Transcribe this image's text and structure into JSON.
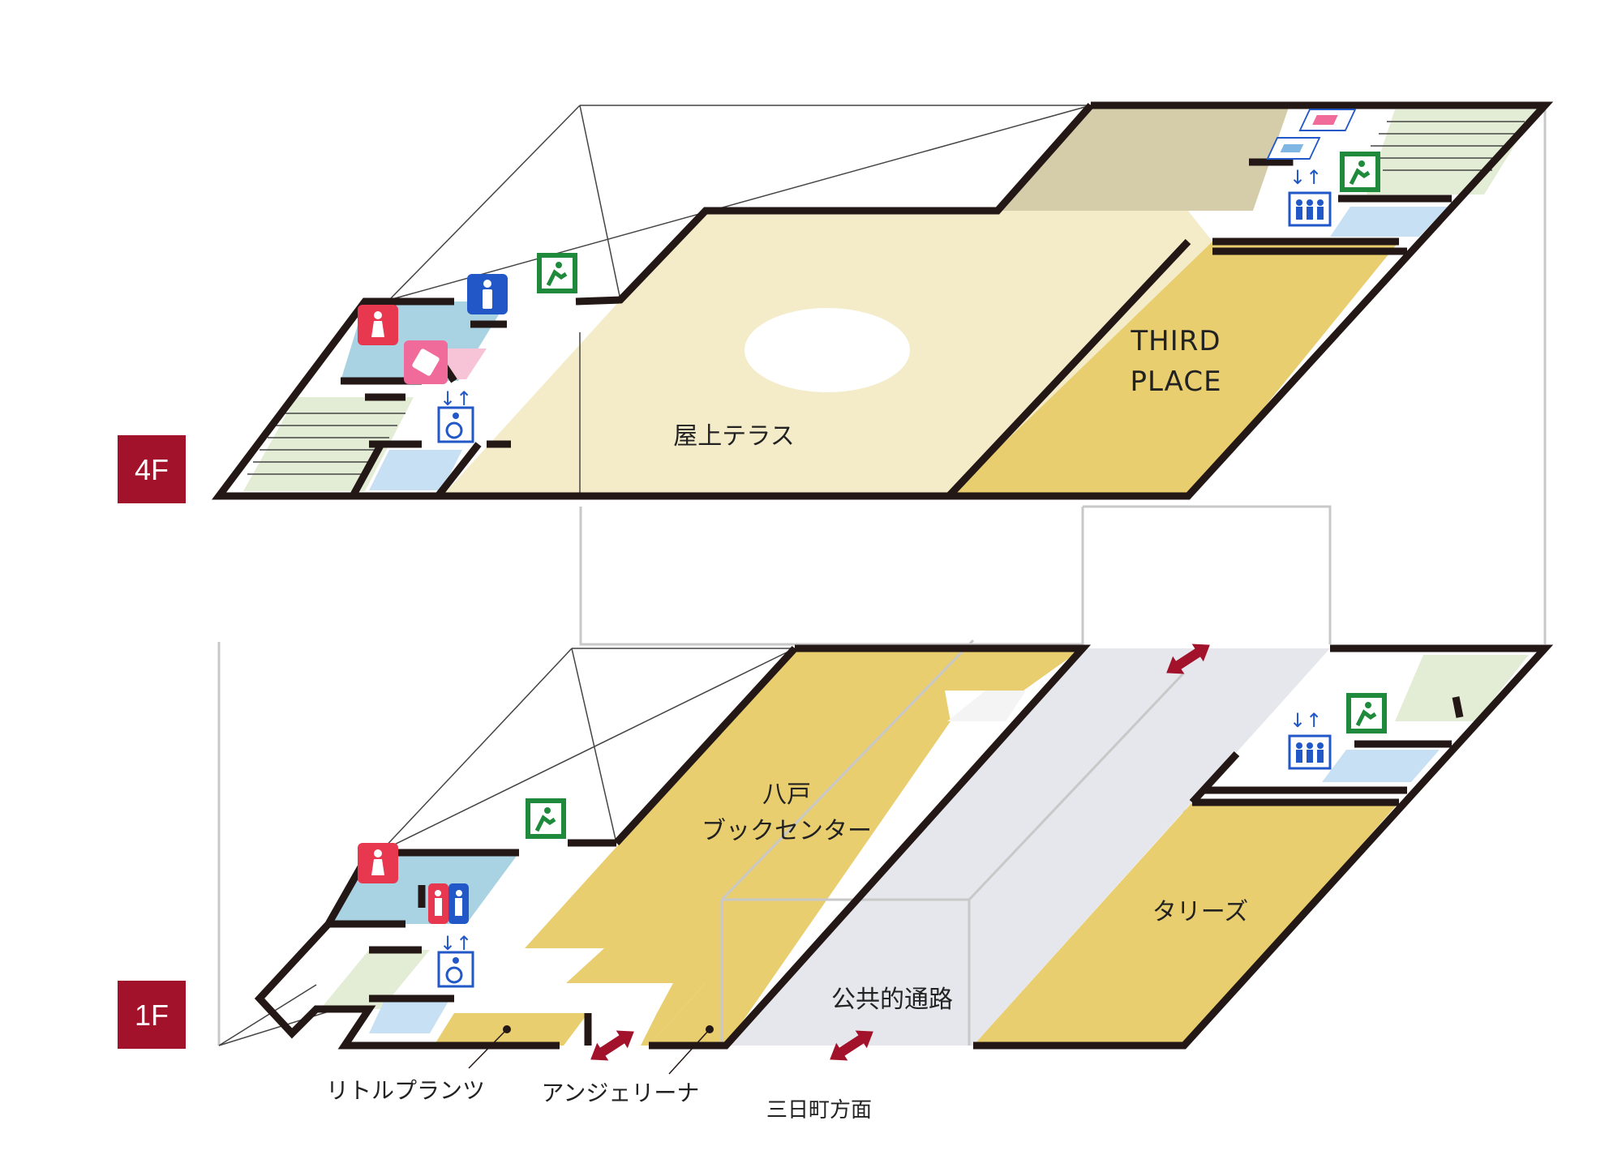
{
  "floors": [
    {
      "badge": "4F",
      "rooms": {
        "terrace": "屋上テラス",
        "third_place_line1": "THIRD",
        "third_place_line2": "PLACE"
      }
    },
    {
      "badge": "1F",
      "rooms": {
        "bookcenter_line1": "八戸",
        "bookcenter_line2": "ブックセンター",
        "tullys": "タリーズ",
        "passage": "公共的通路"
      },
      "callouts": {
        "little_plants": "リトルプランツ",
        "angelina": "アンジェリーナ"
      },
      "direction": "三日町方面"
    }
  ],
  "colors": {
    "badge": "#a3122b",
    "terrace": "#f4ecc9",
    "shop": "#e9ce70",
    "rooftop_unused": "#d5ccaa",
    "restroom": "#a9d3e2",
    "nursing": "#f6c4d6",
    "elevator": "#c8e0f4",
    "stairs": "#e3ecd4",
    "passage": "#e6e7ec",
    "wall": "#231815",
    "arrow": "#a3122b",
    "exit_sign": "#1f8a3c",
    "male_sign": "#2157c7",
    "female_sign": "#e8384f",
    "accessible_sign": "#2157c7"
  },
  "icons": [
    "exit-sign-icon",
    "male-restroom-icon",
    "female-restroom-icon",
    "nursing-room-icon",
    "elevator-icon",
    "wheelchair-icon",
    "multipurpose-restroom-icon",
    "stairs-icon"
  ]
}
